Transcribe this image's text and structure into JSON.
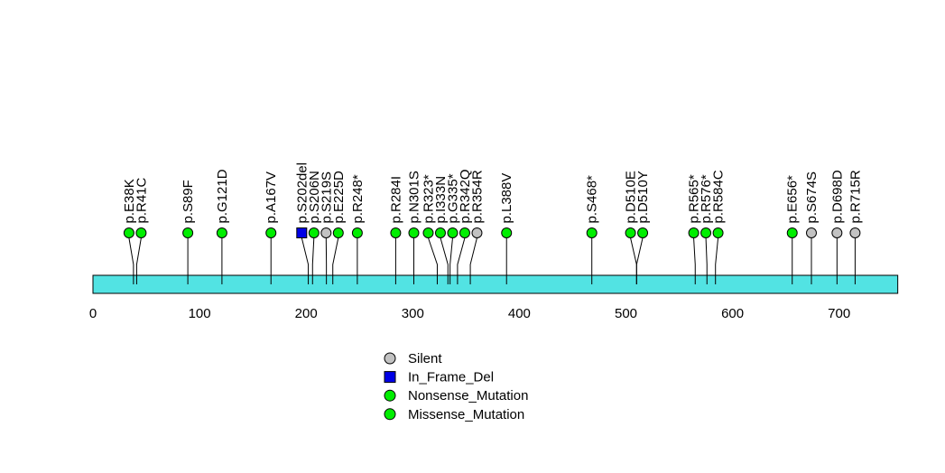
{
  "chart_data": {
    "type": "lollipop",
    "title": "",
    "xlabel": "",
    "ylabel": "",
    "xlim": [
      0,
      755
    ],
    "xticks": [
      0,
      100,
      200,
      300,
      400,
      500,
      600,
      700
    ],
    "grid": false,
    "bar_color": "#52e3e3",
    "bar_outline": "#000000",
    "marker_outline": "#000000",
    "stem_color": "#000000",
    "type_colors": {
      "Silent": "#c2c2c2",
      "In_Frame_Del": "#0000e6",
      "Nonsense_Mutation": "#00ee00",
      "Missense_Mutation": "#00ee00"
    },
    "mutations": [
      {
        "label": "p.E38K",
        "pos": 38,
        "type": "Missense_Mutation"
      },
      {
        "label": "p.R41C",
        "pos": 41,
        "type": "Missense_Mutation"
      },
      {
        "label": "p.S89F",
        "pos": 89,
        "type": "Missense_Mutation"
      },
      {
        "label": "p.G121D",
        "pos": 121,
        "type": "Missense_Mutation"
      },
      {
        "label": "p.A167V",
        "pos": 167,
        "type": "Missense_Mutation"
      },
      {
        "label": "p.S202del",
        "pos": 202,
        "type": "In_Frame_Del"
      },
      {
        "label": "p.S206N",
        "pos": 206,
        "type": "Missense_Mutation"
      },
      {
        "label": "p.S219S",
        "pos": 219,
        "type": "Silent"
      },
      {
        "label": "p.E225D",
        "pos": 225,
        "type": "Missense_Mutation"
      },
      {
        "label": "p.R248*",
        "pos": 248,
        "type": "Nonsense_Mutation"
      },
      {
        "label": "p.R284I",
        "pos": 284,
        "type": "Missense_Mutation"
      },
      {
        "label": "p.N301S",
        "pos": 301,
        "type": "Missense_Mutation"
      },
      {
        "label": "p.R323*",
        "pos": 323,
        "type": "Nonsense_Mutation"
      },
      {
        "label": "p.I333N",
        "pos": 333,
        "type": "Missense_Mutation"
      },
      {
        "label": "p.G335*",
        "pos": 335,
        "type": "Nonsense_Mutation"
      },
      {
        "label": "p.R342Q",
        "pos": 342,
        "type": "Missense_Mutation"
      },
      {
        "label": "p.R354R",
        "pos": 354,
        "type": "Silent"
      },
      {
        "label": "p.L388V",
        "pos": 388,
        "type": "Missense_Mutation"
      },
      {
        "label": "p.S468*",
        "pos": 468,
        "type": "Nonsense_Mutation"
      },
      {
        "label": "p.D510E",
        "pos": 510,
        "type": "Missense_Mutation"
      },
      {
        "label": "p.D510Y",
        "pos": 510,
        "type": "Missense_Mutation"
      },
      {
        "label": "p.R565*",
        "pos": 565,
        "type": "Nonsense_Mutation"
      },
      {
        "label": "p.R576*",
        "pos": 576,
        "type": "Nonsense_Mutation"
      },
      {
        "label": "p.R584C",
        "pos": 584,
        "type": "Missense_Mutation"
      },
      {
        "label": "p.E656*",
        "pos": 656,
        "type": "Nonsense_Mutation"
      },
      {
        "label": "p.S674S",
        "pos": 674,
        "type": "Silent"
      },
      {
        "label": "p.D698D",
        "pos": 698,
        "type": "Silent"
      },
      {
        "label": "p.R715R",
        "pos": 715,
        "type": "Silent"
      }
    ],
    "legend": {
      "position": "bottom-center",
      "items": [
        {
          "label": "Silent",
          "type": "Silent",
          "shape": "circle"
        },
        {
          "label": "In_Frame_Del",
          "type": "In_Frame_Del",
          "shape": "square"
        },
        {
          "label": "Nonsense_Mutation",
          "type": "Nonsense_Mutation",
          "shape": "circle"
        },
        {
          "label": "Missense_Mutation",
          "type": "Missense_Mutation",
          "shape": "circle"
        }
      ]
    }
  }
}
